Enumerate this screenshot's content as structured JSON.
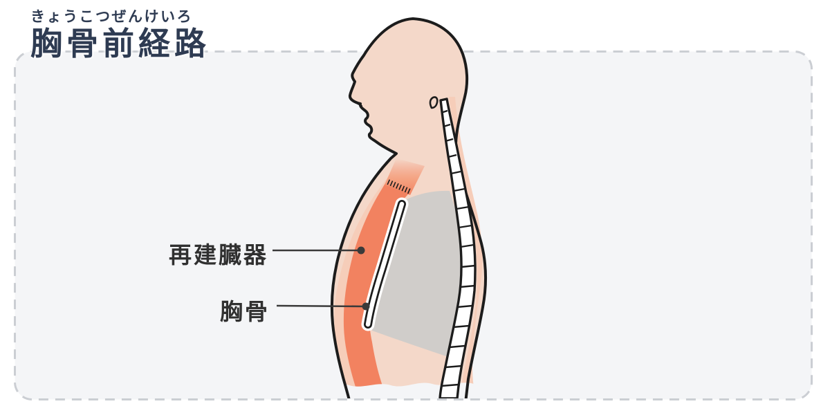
{
  "title": {
    "furigana": "きょうこつぜんけいろ",
    "text": "胸骨前経路"
  },
  "annotations": {
    "organ_label": "再建臓器",
    "sternum_label": "胸骨"
  },
  "colors": {
    "title-navy": "#2e3b52",
    "label-dark": "#303030",
    "panel-bg": "#f4f5f7",
    "panel-border": "#cbced3",
    "skin": "#f4d8c9",
    "skin-deep": "#f6cdb9",
    "organ-orange": "#f28260",
    "cavity-gray": "#d0cdca",
    "bone-white": "#ffffff",
    "outline-black": "#1c1c1c",
    "pointer-dark": "#3a3a3a"
  }
}
